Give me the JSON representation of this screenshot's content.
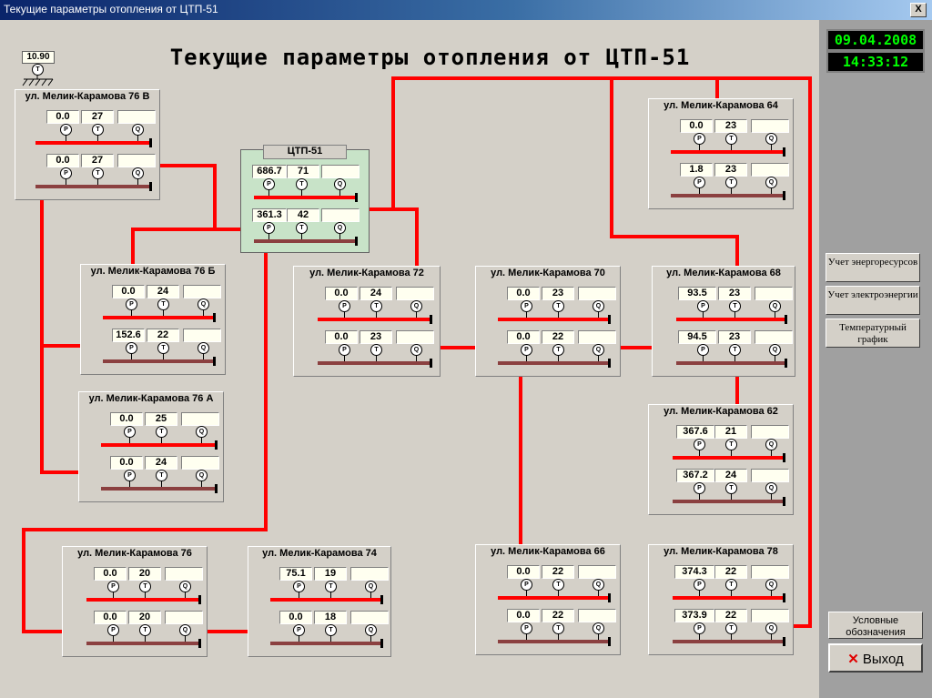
{
  "window": {
    "title": "Текущие параметры отопления от ЦТП-51",
    "close_label": "X"
  },
  "main_title": "Текущие параметры отопления от ЦТП-51",
  "ambient": {
    "value": "10.90",
    "sensor": "T"
  },
  "date": "09.04.2008",
  "time": "14:33:12",
  "colors": {
    "supply": "#ff0000",
    "return": "#8b4040",
    "ctp_bg": "#c8e3c8",
    "lcd_text": "#00ff00"
  },
  "sensor_labels": [
    "P",
    "T",
    "Q"
  ],
  "ctp": {
    "name": "ЦТП-51",
    "supply": {
      "p": "686.7",
      "t": "71",
      "q": ""
    },
    "return": {
      "p": "361.3",
      "t": "42",
      "q": ""
    }
  },
  "buildings": [
    {
      "name": "ул. Мелик-Карамова 76 В",
      "supply": {
        "p": "0.0",
        "t": "27",
        "q": ""
      },
      "return": {
        "p": "0.0",
        "t": "27",
        "q": ""
      }
    },
    {
      "name": "ул. Мелик-Карамова 76 Б",
      "supply": {
        "p": "0.0",
        "t": "24",
        "q": ""
      },
      "return": {
        "p": "152.6",
        "t": "22",
        "q": ""
      }
    },
    {
      "name": "ул. Мелик-Карамова 76 А",
      "supply": {
        "p": "0.0",
        "t": "25",
        "q": ""
      },
      "return": {
        "p": "0.0",
        "t": "24",
        "q": ""
      }
    },
    {
      "name": "ул. Мелик-Карамова 76",
      "supply": {
        "p": "0.0",
        "t": "20",
        "q": ""
      },
      "return": {
        "p": "0.0",
        "t": "20",
        "q": ""
      }
    },
    {
      "name": "ул. Мелик-Карамова 74",
      "supply": {
        "p": "75.1",
        "t": "19",
        "q": ""
      },
      "return": {
        "p": "0.0",
        "t": "18",
        "q": ""
      }
    },
    {
      "name": "ул. Мелик-Карамова 72",
      "supply": {
        "p": "0.0",
        "t": "24",
        "q": ""
      },
      "return": {
        "p": "0.0",
        "t": "23",
        "q": ""
      }
    },
    {
      "name": "ул. Мелик-Карамова 70",
      "supply": {
        "p": "0.0",
        "t": "23",
        "q": ""
      },
      "return": {
        "p": "0.0",
        "t": "22",
        "q": ""
      }
    },
    {
      "name": "ул. Мелик-Карамова 66",
      "supply": {
        "p": "0.0",
        "t": "22",
        "q": ""
      },
      "return": {
        "p": "0.0",
        "t": "22",
        "q": ""
      }
    },
    {
      "name": "ул. Мелик-Карамова 64",
      "supply": {
        "p": "0.0",
        "t": "23",
        "q": ""
      },
      "return": {
        "p": "1.8",
        "t": "23",
        "q": ""
      }
    },
    {
      "name": "ул. Мелик-Карамова 68",
      "supply": {
        "p": "93.5",
        "t": "23",
        "q": ""
      },
      "return": {
        "p": "94.5",
        "t": "23",
        "q": ""
      }
    },
    {
      "name": "ул. Мелик-Карамова 62",
      "supply": {
        "p": "367.6",
        "t": "21",
        "q": ""
      },
      "return": {
        "p": "367.2",
        "t": "24",
        "q": ""
      }
    },
    {
      "name": "ул. Мелик-Карамова 78",
      "supply": {
        "p": "374.3",
        "t": "22",
        "q": ""
      },
      "return": {
        "p": "373.9",
        "t": "22",
        "q": ""
      }
    }
  ],
  "buttons": {
    "energy": "Учет энергоресурсов",
    "electric": "Учет электроэнергии",
    "temp_chart": "Температурный график",
    "legend": "Условные обозначения",
    "exit": "Выход"
  }
}
